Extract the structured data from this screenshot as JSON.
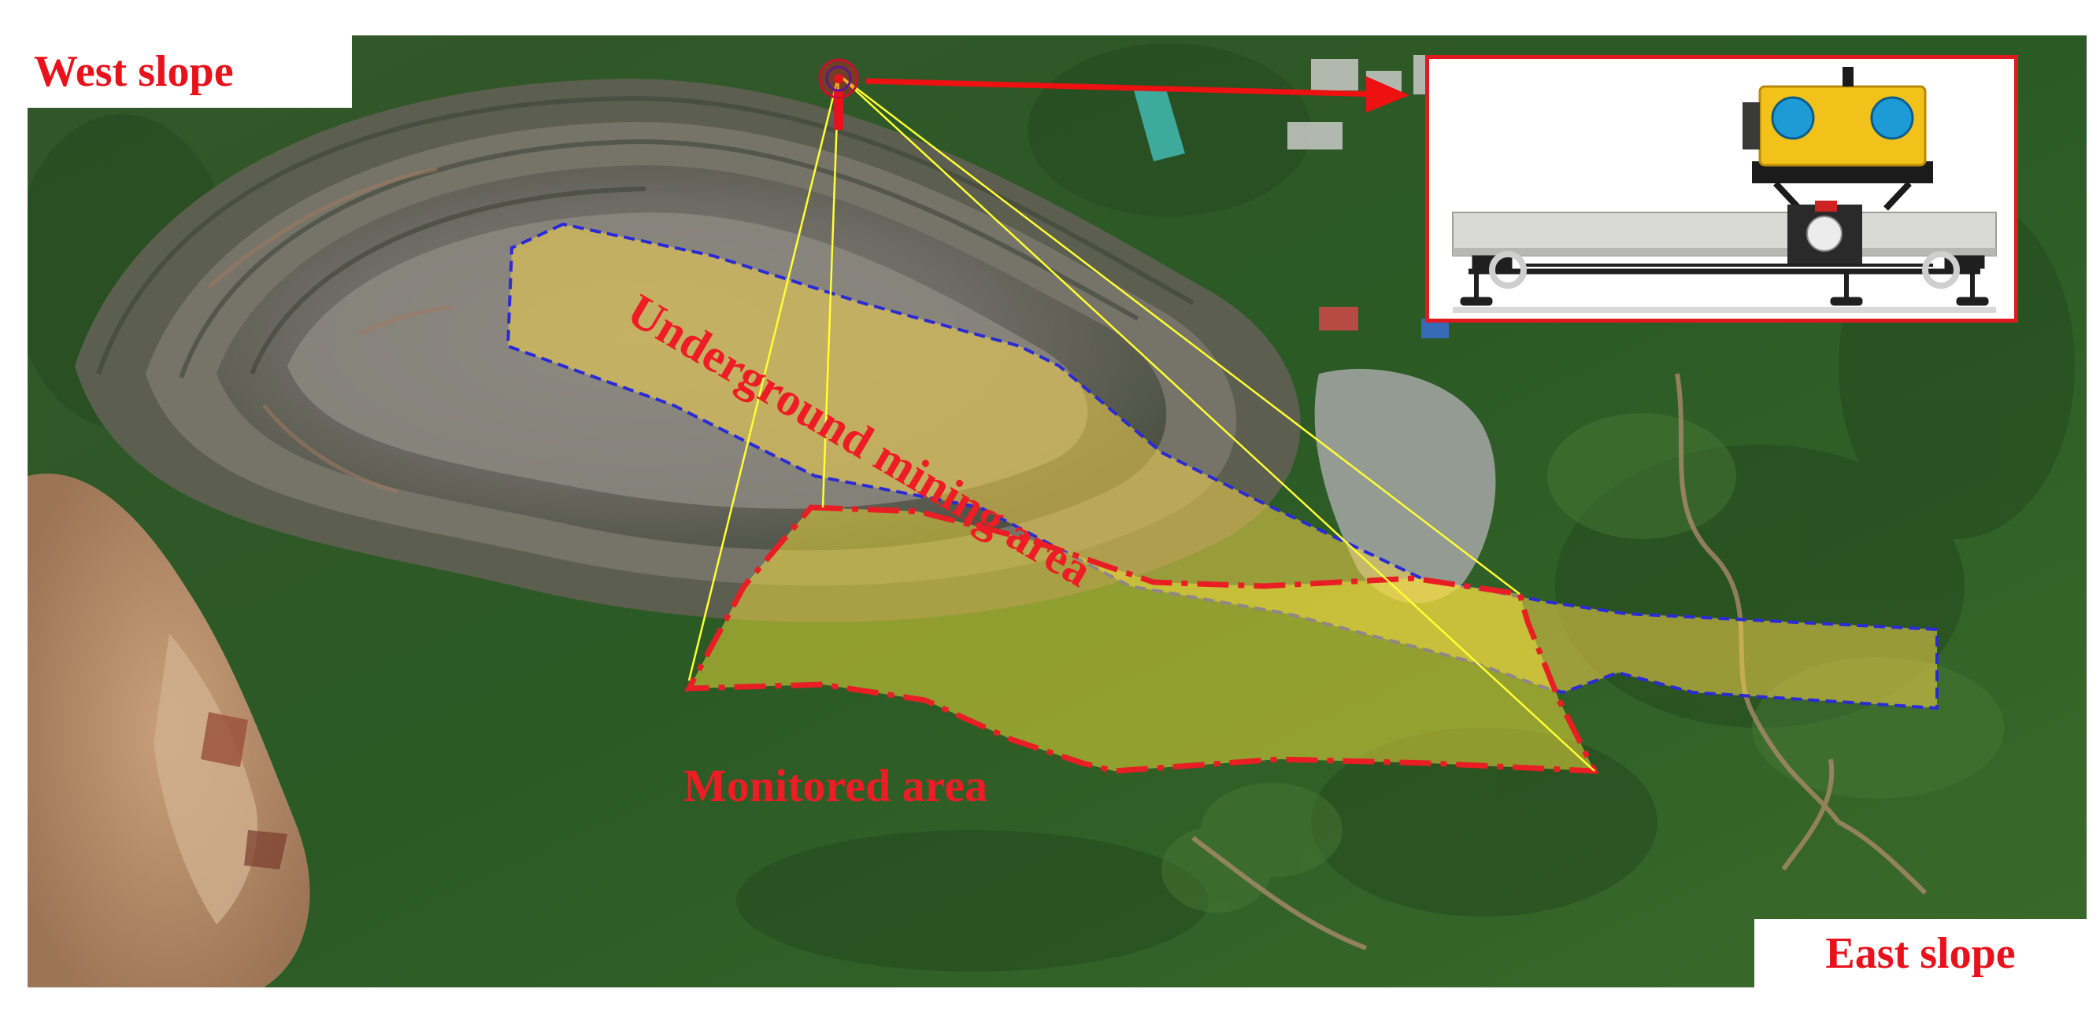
{
  "labels": {
    "west_slope": "West slope",
    "east_slope": "East slope",
    "underground_mining_area": "Underground mining area",
    "monitored_area": "Monitored area"
  },
  "colors": {
    "label_red": "#e8121c",
    "mining_area_outline": "#2b2bd6",
    "monitored_area_outline": "#e81e24",
    "mining_area_fill": "#f2d24a",
    "monitored_area_fill": "#f5e23a",
    "sight_lines": "#ffff33",
    "pointer_arrow": "#ee1111",
    "vegetation": "#2f5a26",
    "pit_rock": "#6e6b63",
    "bare_soil": "#b7906c",
    "instrument_yellow": "#f2c21b",
    "instrument_lens": "#1e9ad6"
  },
  "icons": {
    "instrument_station": "radar-station-icon",
    "arrow": "arrow-right-icon",
    "instrument_photo": "ground-based-radar-instrument"
  }
}
